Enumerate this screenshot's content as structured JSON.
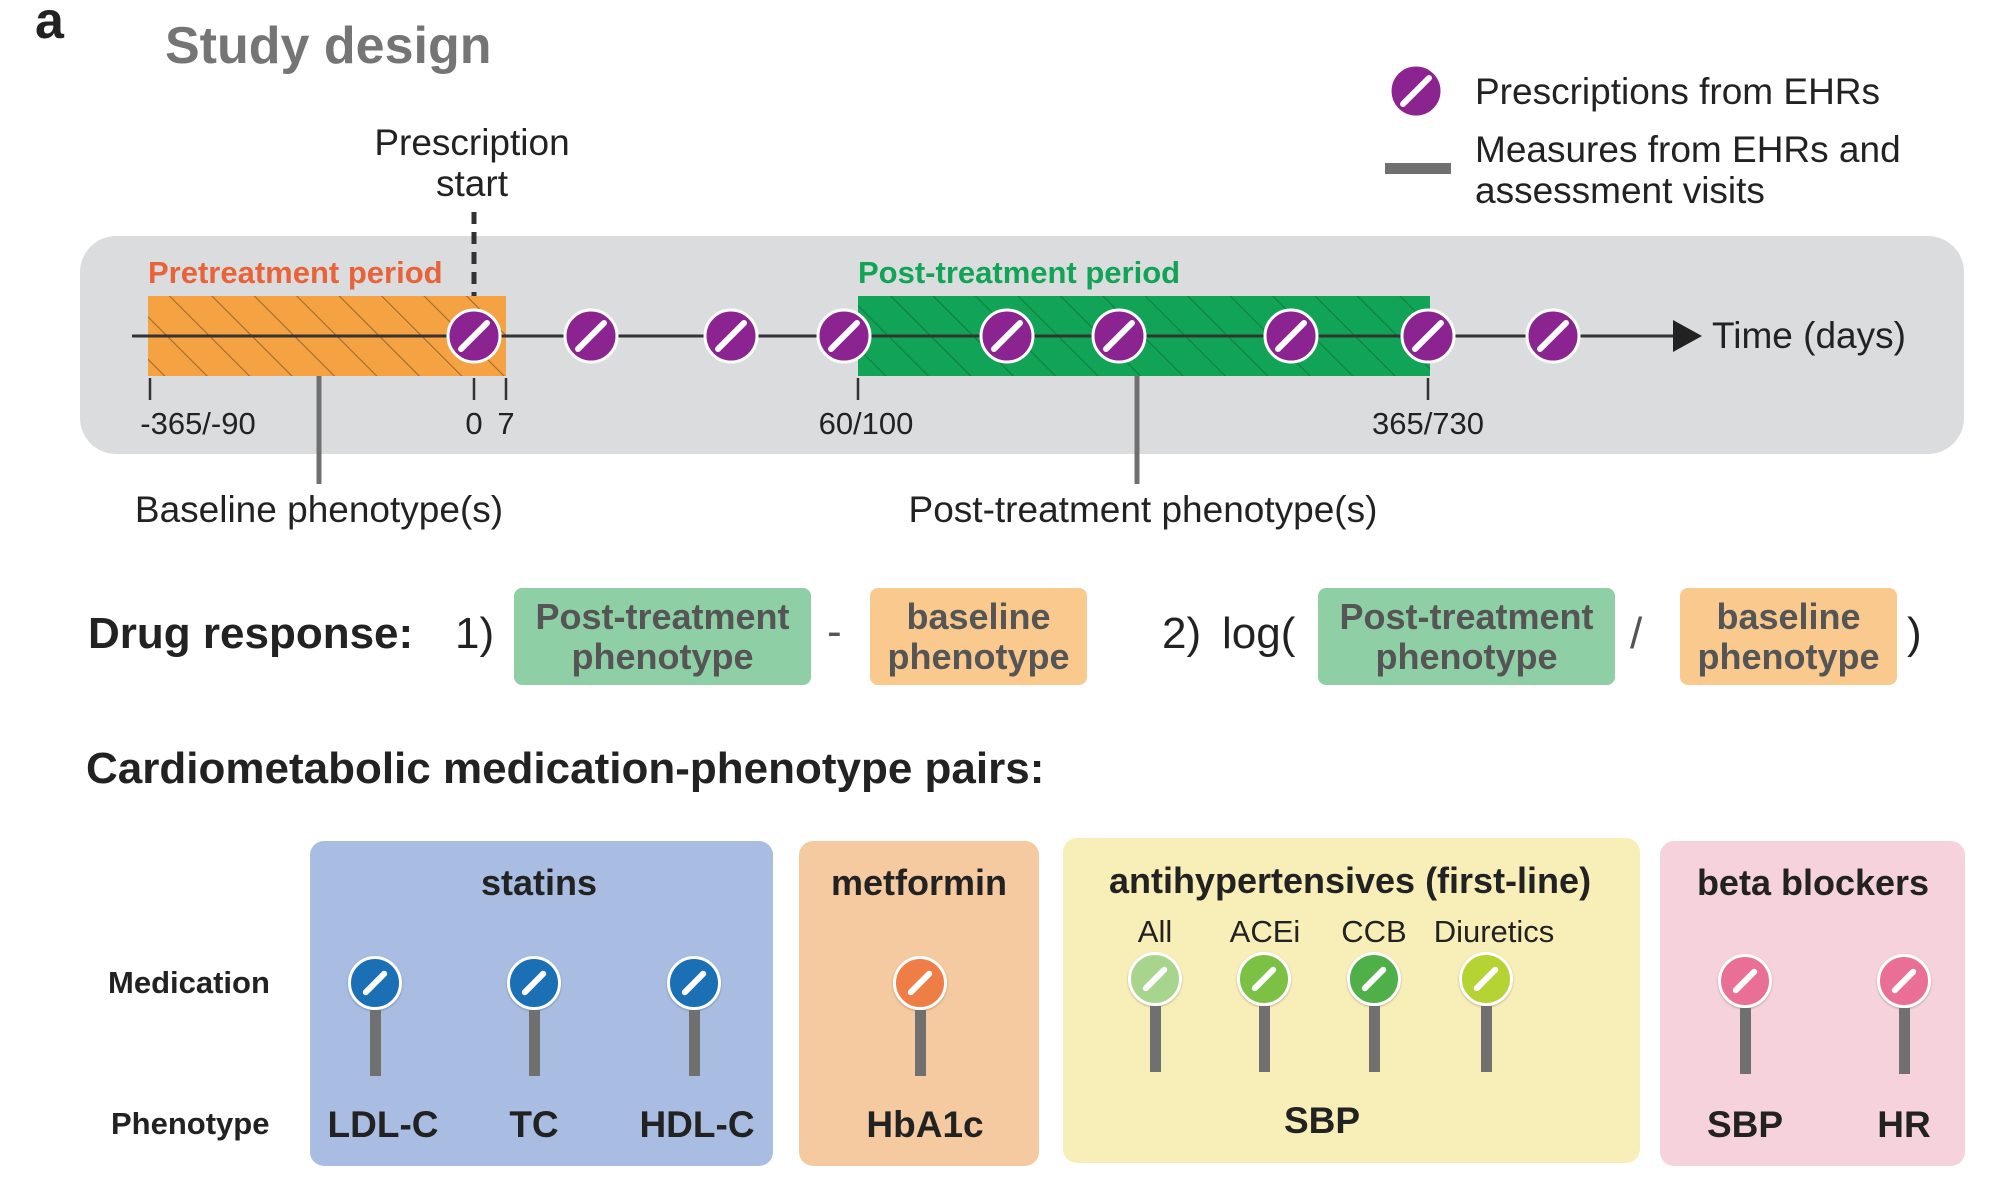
{
  "panel_letter": "a",
  "title": "Study design",
  "legend": {
    "prescriptions": "Prescriptions from EHRs",
    "measures_line1": "Measures from EHRs and",
    "measures_line2": "assessment visits"
  },
  "timeline": {
    "prescription_start_line1": "Prescription",
    "prescription_start_line2": "start",
    "pretreatment_label": "Pretreatment period",
    "posttreatment_label": "Post-treatment period",
    "axis_label": "Time (days)",
    "ticks": [
      "-365/-90",
      "0",
      "7",
      "60/100",
      "365/730"
    ],
    "baseline_label": "Baseline phenotype(s)",
    "post_label": "Post-treatment phenotype(s)"
  },
  "drug_response": {
    "label": "Drug response:",
    "item1_num": "1)",
    "item2_num": "2)",
    "log_open": "log(",
    "minus": "-",
    "divide": "/",
    "close": ")",
    "post_line1": "Post-treatment",
    "post_line2": "phenotype",
    "base_line1": "baseline",
    "base_line2": "phenotype"
  },
  "pairs": {
    "heading": "Cardiometabolic medication-phenotype pairs:",
    "row_medication": "Medication",
    "row_phenotype": "Phenotype",
    "groups": [
      {
        "name": "statins",
        "color": "#a9bde3",
        "pin_color": "#1b6fb5",
        "subs": [],
        "phenotypes": [
          "LDL-C",
          "TC",
          "HDL-C"
        ]
      },
      {
        "name": "metformin",
        "color": "#f6caa0",
        "pin_color": "#ef7d46",
        "subs": [],
        "phenotypes": [
          "HbA1c"
        ]
      },
      {
        "name": "antihypertensives (first-line)",
        "color": "#f8efb8",
        "pin_colors": [
          "#a8d58e",
          "#7cc144",
          "#4fb04a",
          "#b6d334"
        ],
        "subs": [
          "All",
          "ACEi",
          "CCB",
          "Diuretics"
        ],
        "phenotypes": [
          "SBP"
        ]
      },
      {
        "name": "beta blockers",
        "color": "#f6d3dc",
        "pin_color": "#ea6f97",
        "subs": [],
        "phenotypes": [
          "SBP",
          "HR"
        ]
      }
    ]
  },
  "colors": {
    "prescription": "#8b2490",
    "pretreatment": "#f5a243",
    "posttreatment": "#12a456",
    "pretreatment_text": "#e8633a",
    "posttreatment_text": "#12a456",
    "timeline_bg": "#dadcdd"
  }
}
